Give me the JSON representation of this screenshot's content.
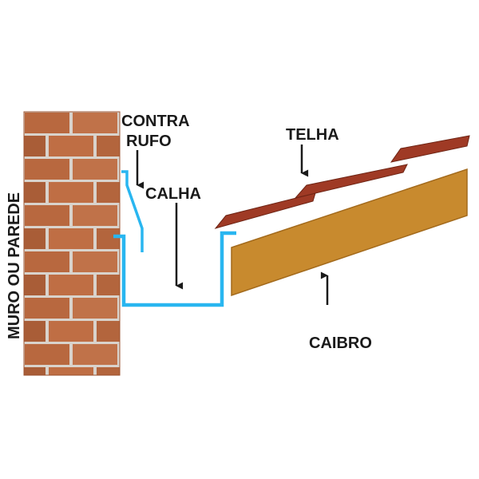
{
  "labels": {
    "wall": "MURO OU PAREDE",
    "counterflashing_line1": "CONTRA",
    "counterflashing_line2": "RUFO",
    "gutter": "CALHA",
    "tile": "TELHA",
    "rafter": "CAIBRO"
  },
  "colors": {
    "gutter": "#29b6f0",
    "rafter": "#c88a2e",
    "rafter_edge": "#a36a1c",
    "tile": "#9f3a25",
    "tile_edge": "#6e2414",
    "brick": "#b8683f",
    "brick_dark": "#9c5330",
    "mortar": "#d9d3cc",
    "text": "#1a1a1a"
  },
  "icons": {
    "arrow": "arrow-icon"
  }
}
